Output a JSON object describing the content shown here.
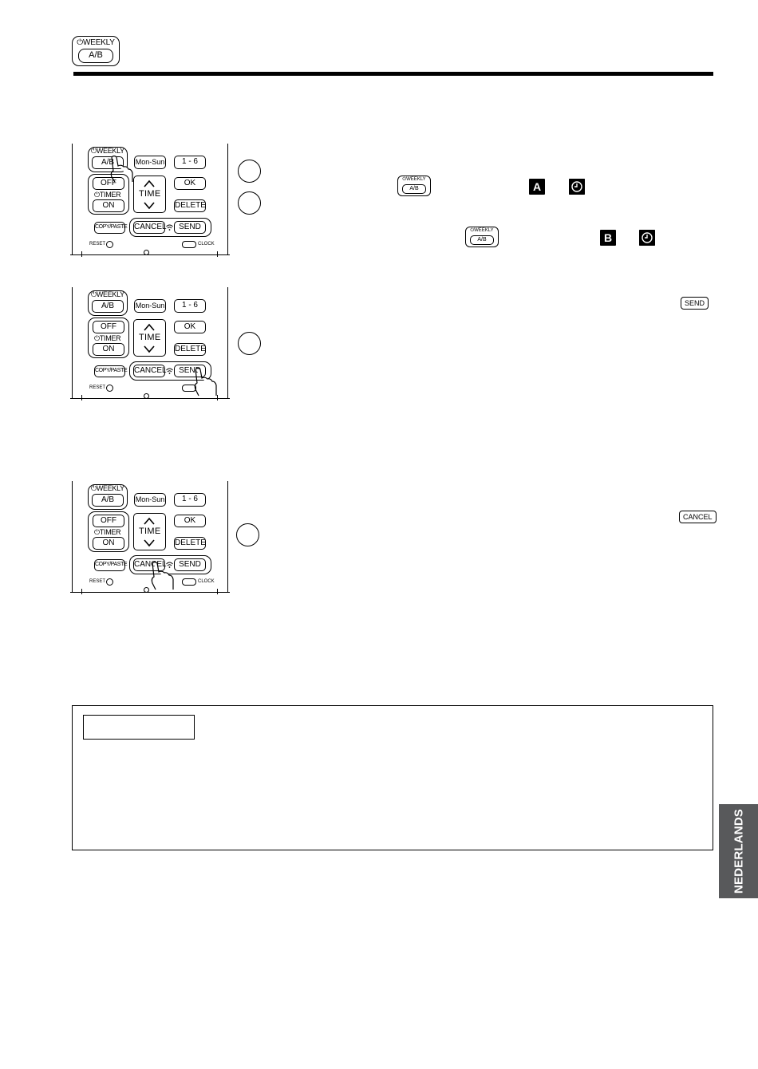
{
  "header": {
    "weekly_label": "WEEKLY",
    "ab_label": "A/B"
  },
  "remote": {
    "weekly": "WEEKLY",
    "ab": "A/B",
    "mon_sun": "Mon-Sun",
    "one_six": "1 - 6",
    "off": "OFF",
    "timer": "TIMER",
    "on": "ON",
    "time": "TIME",
    "ok": "OK",
    "delete": "DELETE",
    "copy_paste": "COPY/PASTE",
    "cancel": "CANCEL",
    "send": "SEND",
    "reset": "RESET",
    "clock": "CLOCK"
  },
  "icons": {
    "weekly_label": "WEEKLY",
    "ab_label": "A/B",
    "program_a": "A",
    "program_b": "B",
    "send_key": "SEND",
    "cancel_key": "CANCEL"
  },
  "language_tab": "NEDERLANDS"
}
